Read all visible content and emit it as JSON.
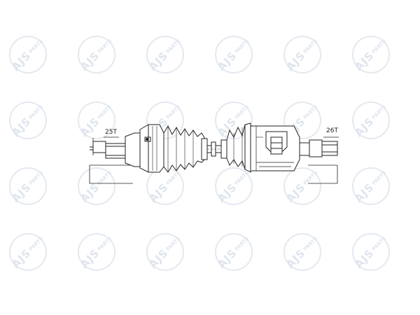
{
  "watermark": {
    "brand": "AJS",
    "suffix": "PARTS"
  },
  "drive_shaft": {
    "left_teeth_label": "25T",
    "right_teeth_label": "26T"
  }
}
